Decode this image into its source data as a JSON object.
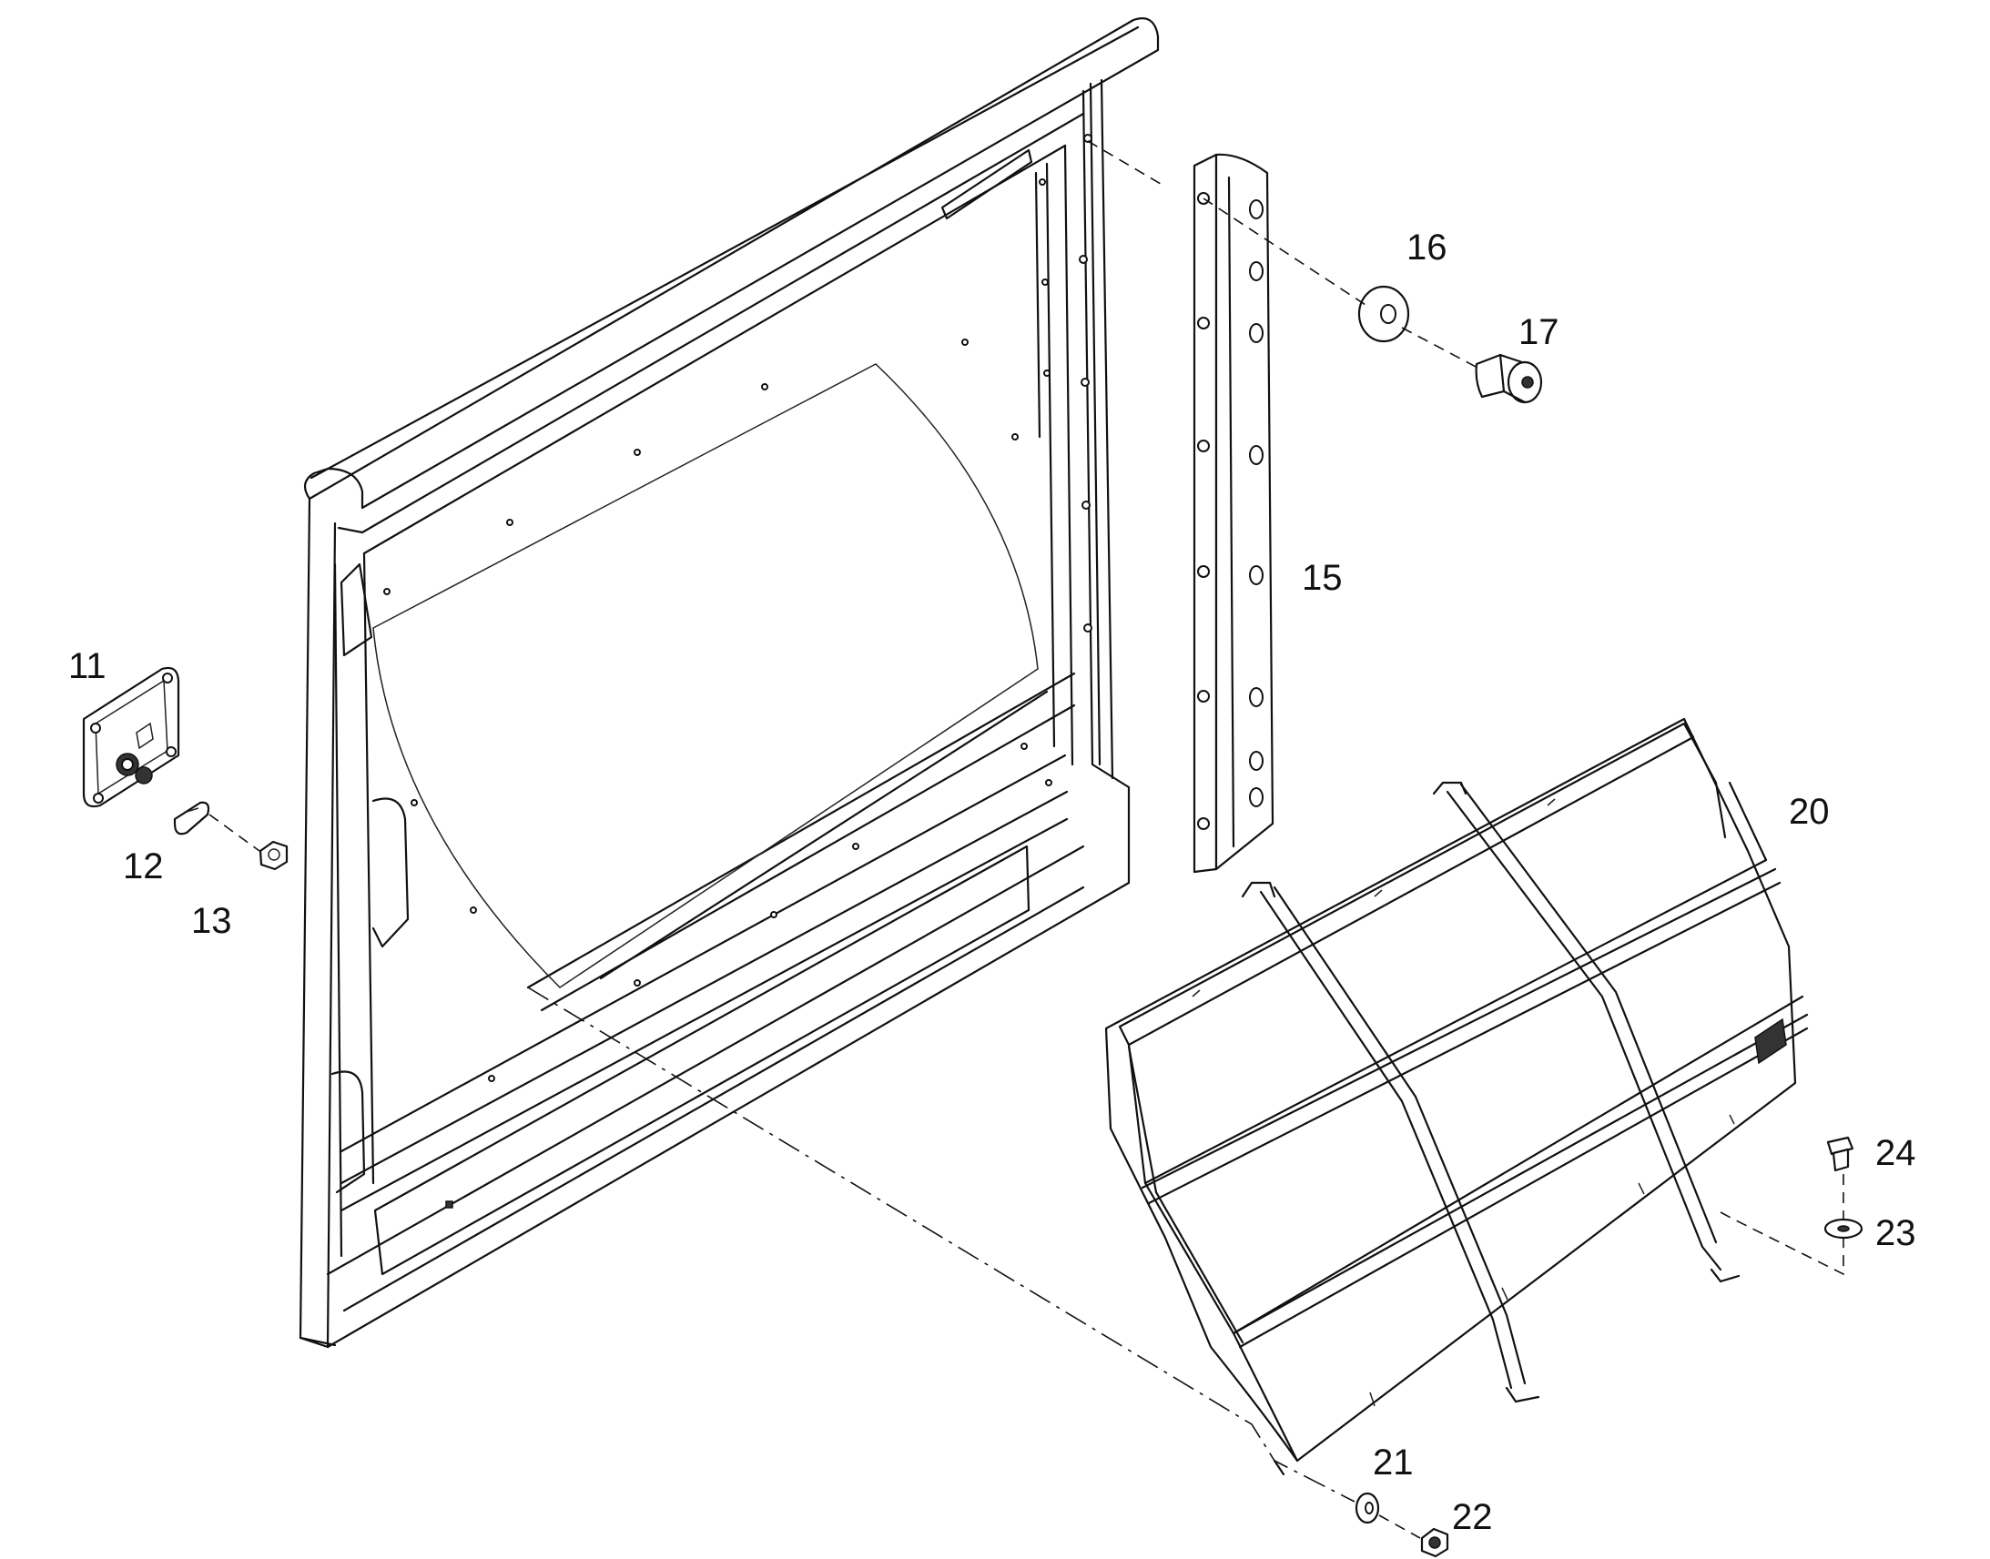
{
  "callouts": {
    "c11": "11",
    "c12": "12",
    "c13": "13",
    "c15": "15",
    "c16": "16",
    "c17": "17",
    "c20": "20",
    "c21": "21",
    "c22": "22",
    "c23": "23",
    "c24": "24"
  },
  "colors": {
    "line": "#111111",
    "background": "#ffffff"
  }
}
